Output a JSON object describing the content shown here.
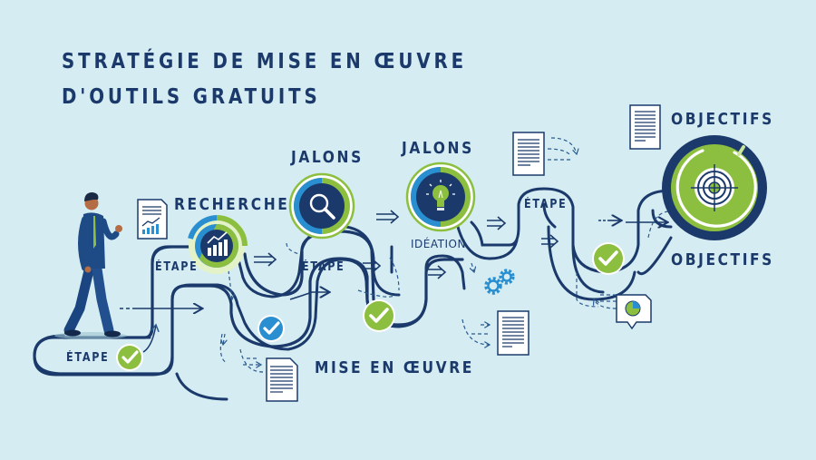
{
  "title": {
    "line1": "STRATÉGIE DE MISE EN ŒUVRE",
    "line2": "D'OUTILS GRATUITS"
  },
  "labels": {
    "recherche": "RECHERCHE",
    "jalons_1": "JALONS",
    "jalons_2": "JALONS",
    "ideation": "IDÉATION",
    "objectifs_top": "OBJECTIFS",
    "objectifs_bottom": "OBJECTIFS",
    "mise_en_oeuvre": "MISE EN ŒUVRE",
    "etape_start": "ÉTAPE",
    "etape_2": "ÉTAPE",
    "etape_3": "ÉTAPE",
    "etape_4": "ÉTAPE"
  },
  "milestones": [
    {
      "name": "recherche",
      "icon": "bar-chart-icon"
    },
    {
      "name": "jalons-1",
      "icon": "magnifier-icon"
    },
    {
      "name": "jalons-2",
      "icon": "lightbulb-icon"
    },
    {
      "name": "objectifs",
      "icon": "target-icon"
    }
  ],
  "colors": {
    "background": "#d5edf2",
    "navy": "#1b3a6b",
    "green": "#8cbf3f",
    "blue": "#2a8fd0",
    "white": "#ffffff"
  }
}
